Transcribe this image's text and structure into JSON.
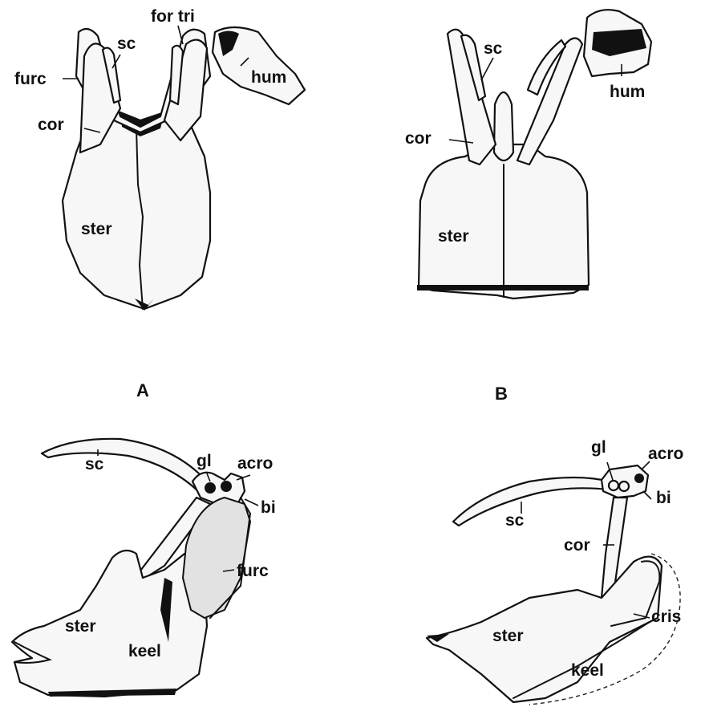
{
  "panels": {
    "A": {
      "letter": "A",
      "labels": {
        "sc": "sc",
        "for_tri": "for tri",
        "furc": "furc",
        "hum": "hum",
        "cor": "cor",
        "ster": "ster"
      }
    },
    "B": {
      "letter": "B",
      "labels": {
        "sc": "sc",
        "hum": "hum",
        "cor": "cor",
        "ster": "ster"
      }
    },
    "C": {
      "labels": {
        "gl": "gl",
        "acro": "acro",
        "sc": "sc",
        "bi": "bi",
        "furc": "furc",
        "ster": "ster",
        "keel": "keel"
      }
    },
    "D": {
      "labels": {
        "gl": "gl",
        "acro": "acro",
        "bi": "bi",
        "sc": "sc",
        "cor": "cor",
        "cris": "cris",
        "ster": "ster",
        "keel": "keel"
      }
    }
  }
}
